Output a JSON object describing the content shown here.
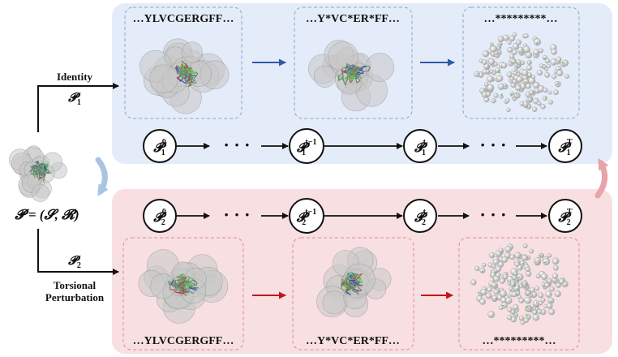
{
  "top_branch": {
    "label": "Identity",
    "var_main": "𝓟",
    "var_sub": "1",
    "sequences": [
      "…YLVCGERGFF…",
      "…Y*VC*ER*FF…",
      "…*********…"
    ],
    "states": [
      {
        "sub": "1",
        "sup": "0"
      },
      {
        "sub": "1",
        "sup": "t−1"
      },
      {
        "sub": "1",
        "sup": "t"
      },
      {
        "sub": "1",
        "sup": "T"
      }
    ],
    "ellipsis": "· · ·"
  },
  "bottom_branch": {
    "label_line1": "Torsional",
    "label_line2": "Perturbation",
    "var_main": "𝓟",
    "var_sub": "2",
    "sequences": [
      "…YLVCGERGFF…",
      "…Y*VC*ER*FF…",
      "…*********…"
    ],
    "states": [
      {
        "sub": "2",
        "sup": "0"
      },
      {
        "sub": "2",
        "sup": "t−1"
      },
      {
        "sub": "2",
        "sup": "t"
      },
      {
        "sub": "2",
        "sup": "T"
      }
    ],
    "ellipsis": "· · ·"
  },
  "input": {
    "formula": "𝓟 = (𝓢, 𝓡)"
  },
  "colors": {
    "top_panel": "#e3ecf8",
    "bottom_panel": "#f8dfe1",
    "blue_arrow": "#2e5aa8",
    "red_arrow": "#c0171c",
    "blue_curve": "#aac4e4",
    "red_curve": "#eaa3a8",
    "protein_gray": "#c9c9c9",
    "protein_green": "#5fbf5a"
  }
}
